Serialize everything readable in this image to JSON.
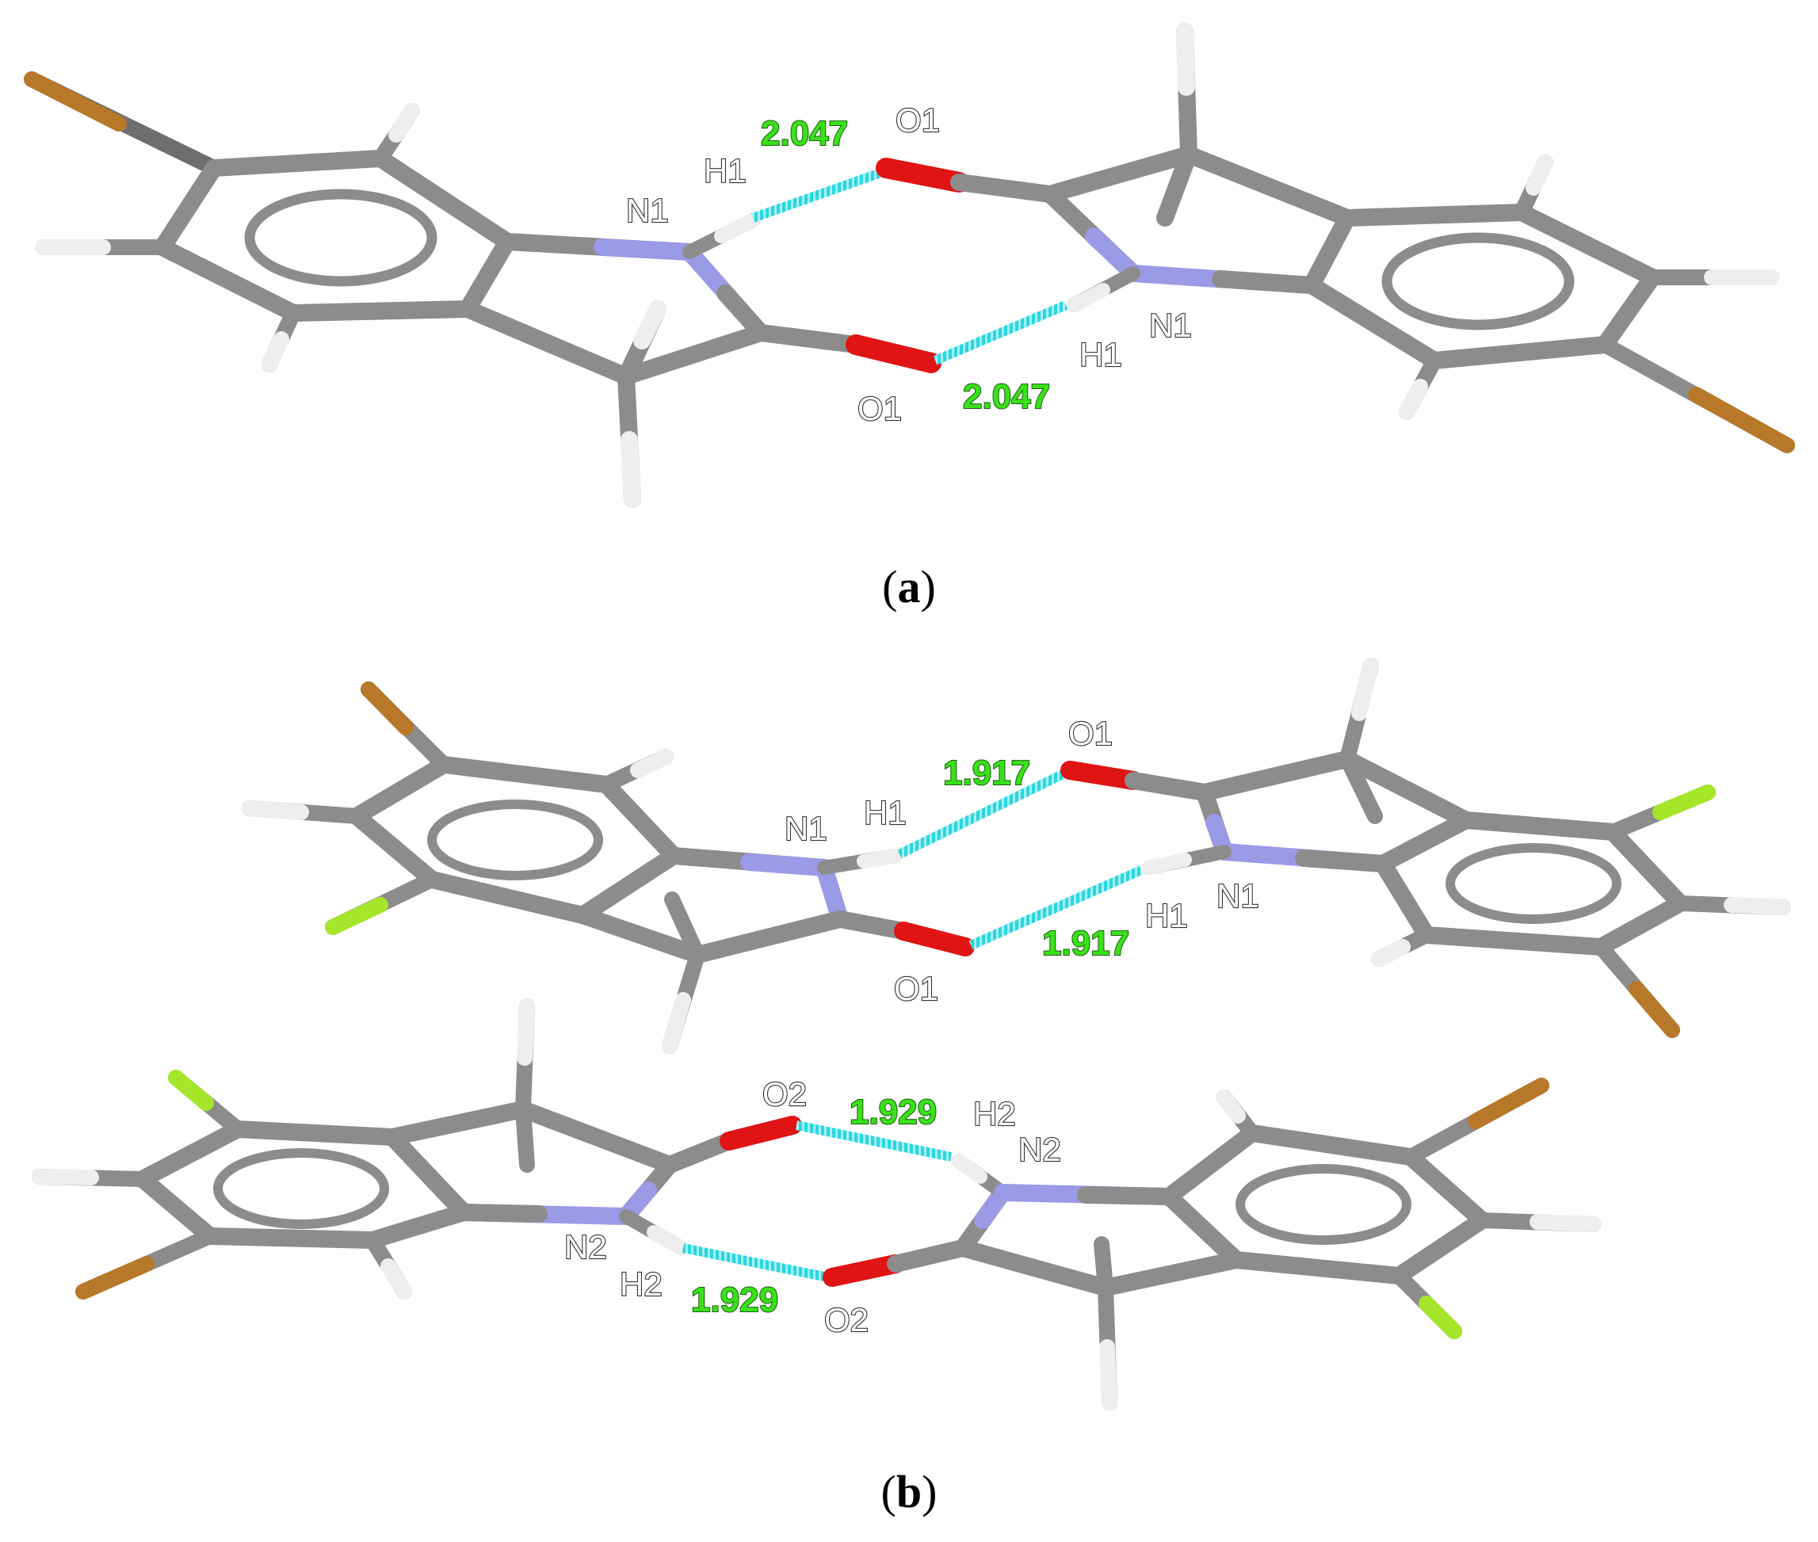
{
  "panel_a": {
    "caption_open": "(",
    "caption_letter": "a",
    "caption_close": ")",
    "labels": {
      "n1_left": "N1",
      "h1_left": "H1",
      "o1_top": "O1",
      "o1_bottom": "O1",
      "n1_right": "N1",
      "h1_right": "H1"
    },
    "distances": {
      "top": "2.047",
      "bottom": "2.047"
    }
  },
  "panel_b": {
    "caption_open": "(",
    "caption_letter": "b",
    "caption_close": ")",
    "labels": {
      "n1_left": "N1",
      "h1_left": "H1",
      "o1_top": "O1",
      "o1_bottom": "O1",
      "n1_right": "N1",
      "h1_right": "H1",
      "o2_top": "O2",
      "h2_right": "H2",
      "n2_right": "N2",
      "n2_left": "N2",
      "h2_left": "H2",
      "o2_bottom": "O2"
    },
    "distances": {
      "upper_top": "1.917",
      "upper_bottom": "1.917",
      "lower_top": "1.929",
      "lower_bottom": "1.929"
    }
  },
  "colors": {
    "carbon": "#8c8c8c",
    "nitrogen": "#9a9ae6",
    "oxygen": "#e01414",
    "hydrogen": "#f2f2f2",
    "bromine": "#b8782a",
    "fluorine": "#a6e62a",
    "hbond": "#2ad6e0"
  }
}
